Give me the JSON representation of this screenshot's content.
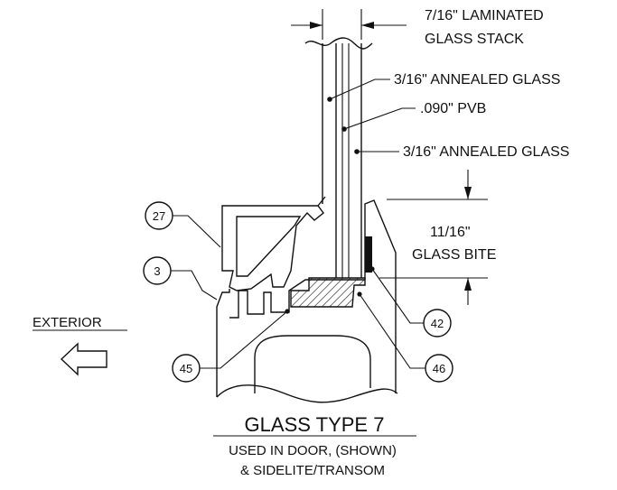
{
  "labels": {
    "stack_line1": "7/16\" LAMINATED",
    "stack_line2": "GLASS STACK",
    "annealed_1": "3/16\" ANNEALED GLASS",
    "pvb": ".090\" PVB",
    "annealed_2": "3/16\" ANNEALED GLASS",
    "bite_line1": "11/16\"",
    "bite_line2": "GLASS BITE",
    "exterior": "EXTERIOR"
  },
  "callouts": {
    "c27": "27",
    "c3": "3",
    "c45": "45",
    "c46": "46",
    "c42": "42"
  },
  "title": {
    "main": "GLASS TYPE 7",
    "sub1": "USED IN DOOR, (SHOWN)",
    "sub2": "& SIDELITE/TRANSOM"
  }
}
